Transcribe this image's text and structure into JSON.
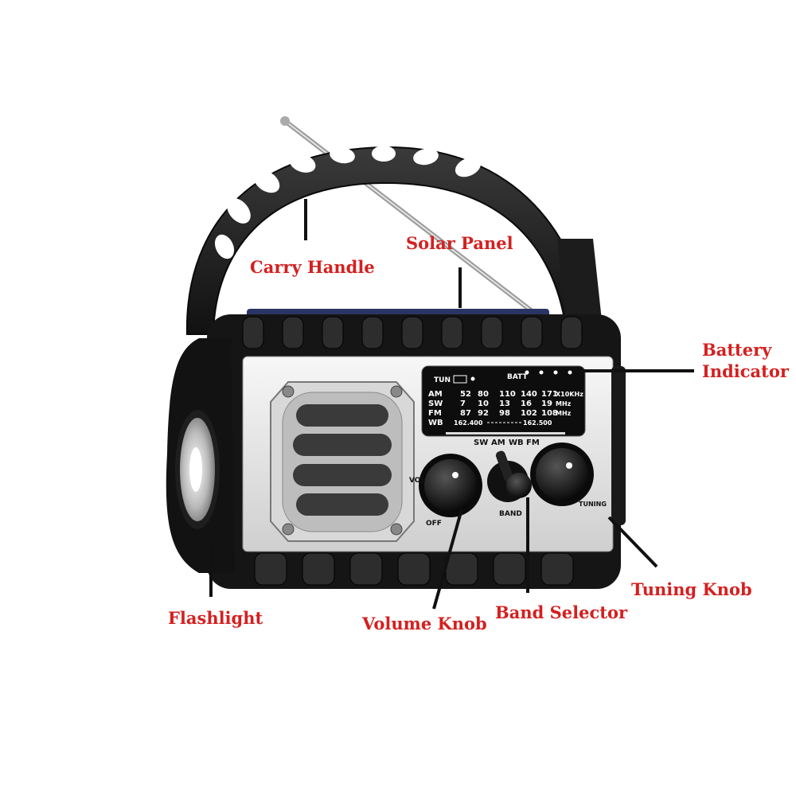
{
  "callouts": {
    "carry_handle": "Carry Handle",
    "solar_panel": "Solar Panel",
    "battery_indicator_line1": "Battery",
    "battery_indicator_line2": "Indicator",
    "flashlight": "Flashlight",
    "volume_knob": "Volume Knob",
    "band_selector": "Band Selector",
    "tuning_knob": "Tuning Knob"
  },
  "dial": {
    "tun_label": "TUN",
    "batt_label": "BATT",
    "bands": [
      {
        "name": "AM",
        "values": [
          "52",
          "80",
          "110",
          "140",
          "171"
        ],
        "unit": "X10KHz"
      },
      {
        "name": "SW",
        "values": [
          "7",
          "10",
          "13",
          "16",
          "19"
        ],
        "unit": "MHz"
      },
      {
        "name": "FM",
        "values": [
          "87",
          "92",
          "98",
          "102",
          "108"
        ],
        "unit": "MHz"
      },
      {
        "name": "WB",
        "values": [
          "162.400",
          "162.500"
        ],
        "unit": ""
      }
    ]
  },
  "controls": {
    "band_positions": [
      "SW",
      "AM",
      "WB",
      "FM"
    ],
    "volume_label": "VOL",
    "off_label": "OFF",
    "band_label": "BAND",
    "tuning_label": "TUNING"
  },
  "colors": {
    "callout_text": "#d42020",
    "body_black": "#151515",
    "face_silver": "#e9e9e9",
    "dial_black": "#0d0d0d",
    "solar_blue": "#2a3566"
  }
}
